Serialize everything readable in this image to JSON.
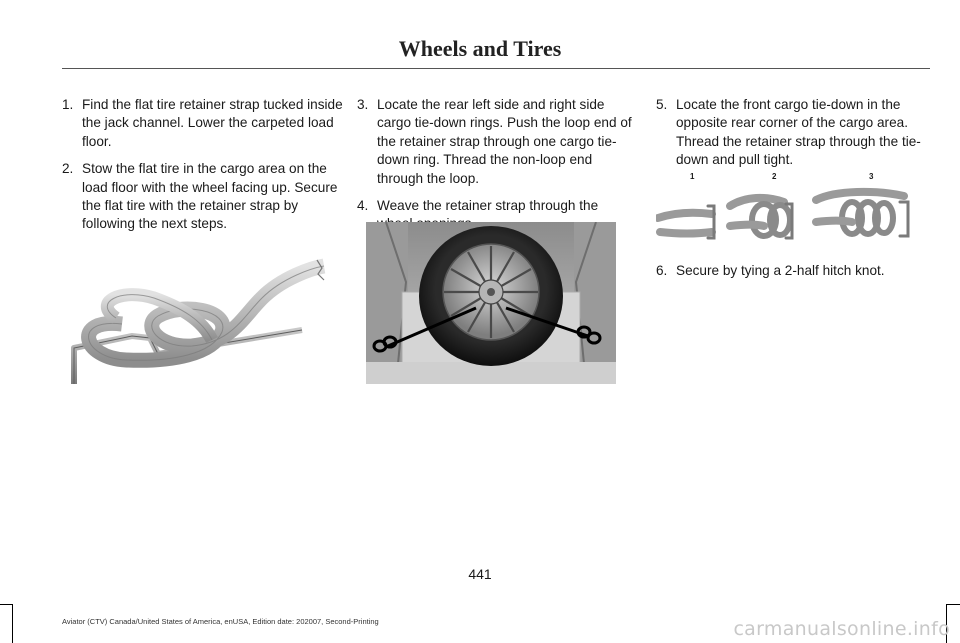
{
  "header": {
    "title": "Wheels and Tires"
  },
  "column1": {
    "steps": [
      {
        "num": "1.",
        "text": "Find the flat tire retainer strap tucked inside the jack channel. Lower the carpeted load floor."
      },
      {
        "num": "2.",
        "text": "Stow the flat tire in the cargo area on the load floor with the wheel facing up. Secure the flat tire with the retainer strap by following the next steps."
      }
    ]
  },
  "column2": {
    "steps": [
      {
        "num": "3.",
        "text": "Locate the rear left side and right side cargo tie-down rings. Push the loop end of the retainer strap through one cargo tie-down ring. Thread the non-loop end through the loop."
      },
      {
        "num": "4.",
        "text": "Weave the retainer strap through the wheel openings."
      }
    ]
  },
  "column3": {
    "steps": [
      {
        "num": "5.",
        "text": "Locate the front cargo tie-down in the opposite rear corner of the cargo area. Thread the retainer strap through the tie-down and pull tight."
      },
      {
        "num": "6.",
        "text": "Secure by tying a 2-half hitch knot."
      }
    ],
    "figure_labels": [
      "1",
      "2",
      "3"
    ]
  },
  "page_number": "441",
  "footer": "Aviator (CTV) Canada/United States of America, enUSA, Edition date: 202007, Second-Printing",
  "watermark": "carmanualsonline.info"
}
